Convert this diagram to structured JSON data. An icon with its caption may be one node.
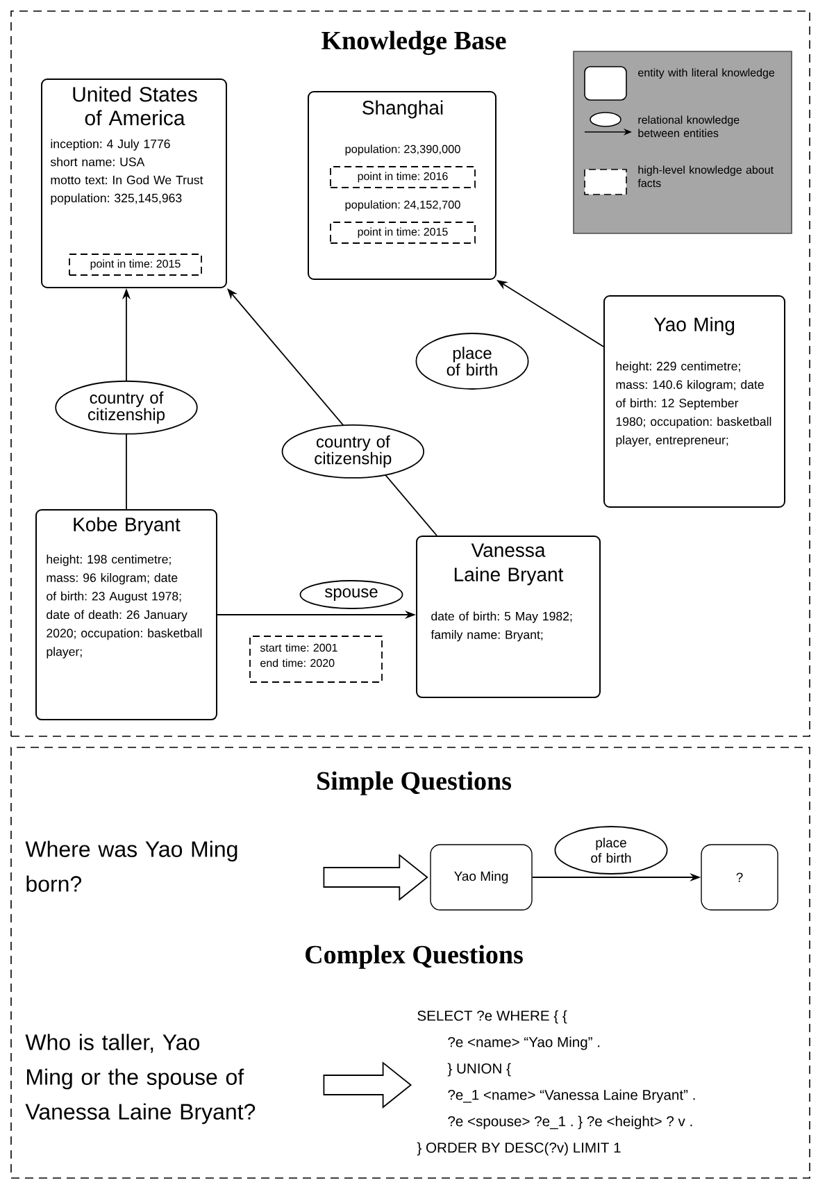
{
  "diagram": {
    "nodes": [
      {
        "text": [
          "Knowledge Base"
        ]
      },
      {
        "text": [
          "United States of America",
          "inception: 4 July 1776",
          "short name: USA",
          "motto text: In God We Trust",
          "population: 325,145,963"
        ],
        "in": 0
      },
      {
        "text": [
          "point in time: 2015"
        ],
        "in": 1
      },
      {
        "text": [
          "Shanghai",
          "population: 23,390,000",
          "population: 24,152,700"
        ],
        "in": 0
      },
      {
        "text": [
          "point in time: 2016"
        ],
        "in": 3
      },
      {
        "text": [
          "point in time: 2015"
        ],
        "in": 3
      },
      {
        "text": [
          "Yao Ming",
          "height: 229 centimetre; mass: 140.6 kilogram; date of birth: 12 September 1980; occupation: basketball player, entrepreneur;"
        ],
        "in": 0
      },
      {
        "text": [
          "Kobe Bryant",
          "height: 198 centimetre; mass: 96 kilogram; date of birth: 23 August 1978; date of death: 26 January 2020; occupation: basketball player;"
        ],
        "in": 0
      },
      {
        "text": [
          "Vanessa Laine Bryant",
          "date of birth: 5 May 1982; family name: Bryant;"
        ],
        "in": 0
      },
      {
        "text": [
          "start time: 2001",
          "end time: 2020"
        ],
        "in": 0
      },
      {
        "text": [
          "Simple Questions",
          "Complex Questions"
        ]
      },
      {
        "text": [
          "Where was Yao Ming born?"
        ],
        "in": 10
      },
      {
        "text": [
          "Yao Ming"
        ],
        "in": 10
      },
      {
        "text": [
          "?"
        ],
        "in": 10
      },
      {
        "text": [
          "Who is taller, Yao Ming or the spouse of Vanessa Laine Bryant?"
        ],
        "in": 10
      },
      {
        "text": [
          "SELECT ?e WHERE { {",
          "?e <name> “Yao Ming” .",
          "} UNION {",
          "?e_1 <name> “Vanessa Laine Bryant” .",
          "?e <spouse> ?e_1 . } ?e <height> ? v .",
          "} ORDER BY DESC(?v) LIMIT 1"
        ],
        "in": 10
      }
    ],
    "edges": [
      {
        "from": 7,
        "to": 1,
        "arrow": "to",
        "label": "country of citizenship"
      },
      {
        "from": 8,
        "to": 1,
        "arrow": "to",
        "label": "country of citizenship"
      },
      {
        "from": 6,
        "to": 3,
        "arrow": "to",
        "label": "place of birth"
      },
      {
        "from": 7,
        "to": 8,
        "arrow": "to",
        "label": "spouse"
      },
      {
        "from": 11,
        "to": 12,
        "arrow": "to"
      },
      {
        "from": 12,
        "to": 13,
        "arrow": "to",
        "label": "place of birth"
      },
      {
        "from": 14,
        "to": 15,
        "arrow": "to"
      }
    ],
    "legend": [
      {
        "text": "entity with literal knowledge"
      },
      {
        "text": "relational knowledge between entities"
      },
      {
        "text": "high-level knowledge about facts"
      }
    ]
  }
}
